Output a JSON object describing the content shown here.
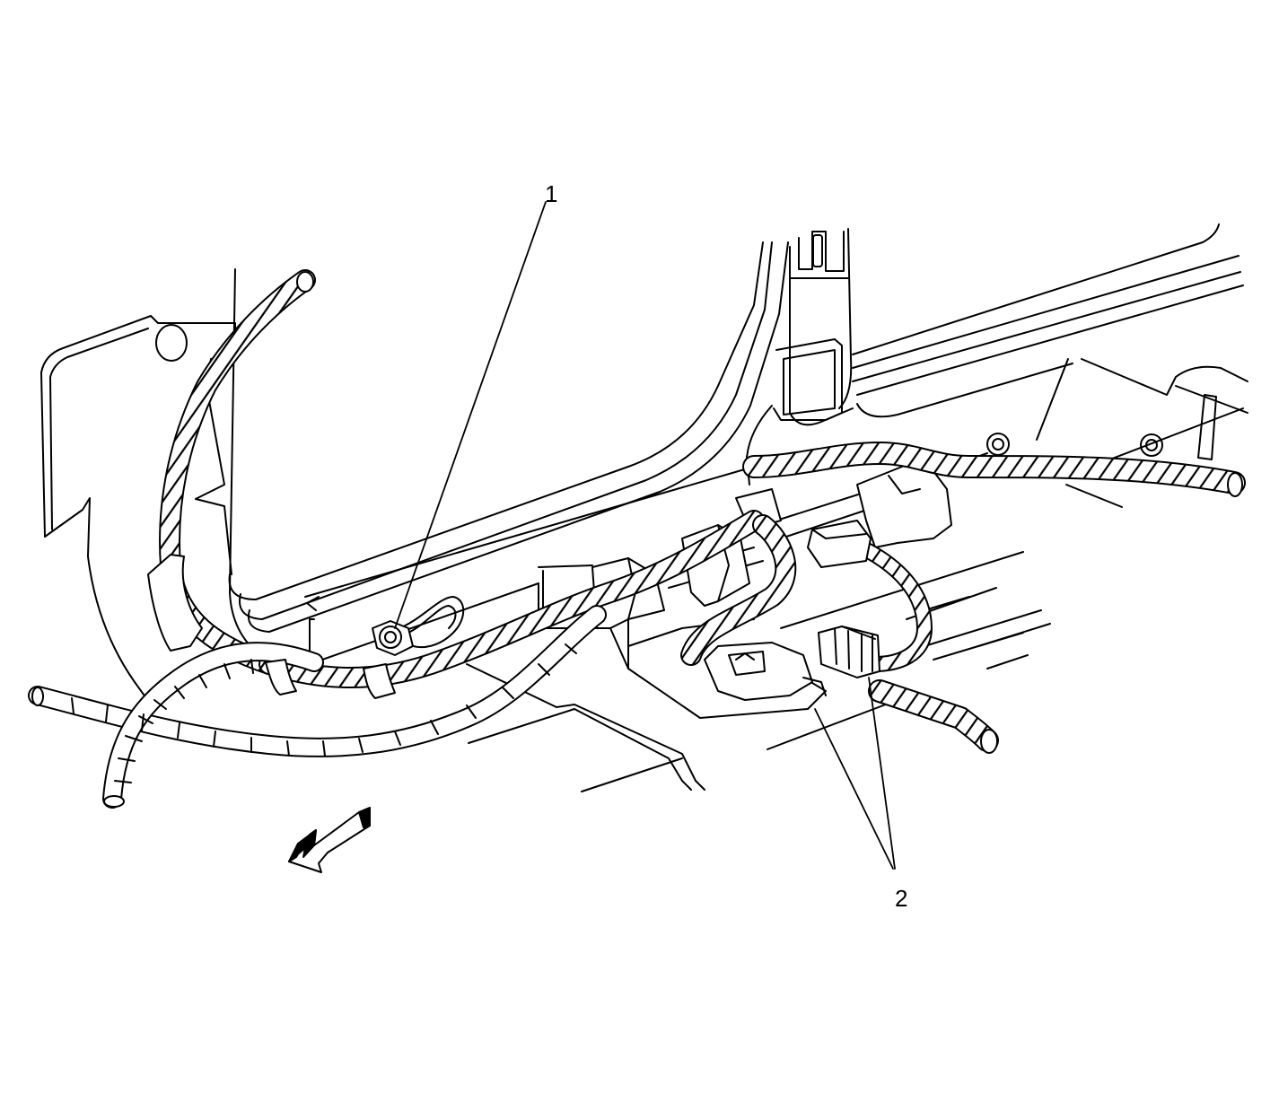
{
  "callouts": [
    {
      "id": "1",
      "label": "1",
      "part": "ground-bolt"
    },
    {
      "id": "2",
      "label": "2",
      "part": "harness-connectors"
    }
  ],
  "colors": {
    "line": "#000000",
    "background": "#ffffff"
  },
  "icons": {
    "direction_arrow": "front-direction-arrow-icon"
  }
}
